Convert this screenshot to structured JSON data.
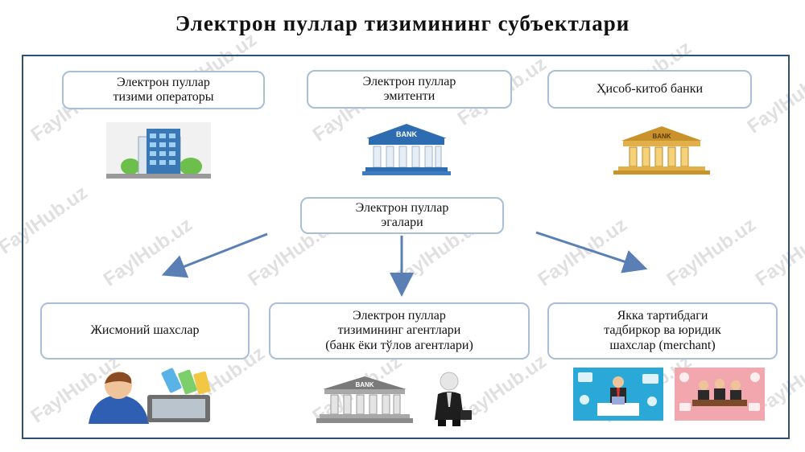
{
  "title": "Электрон пуллар тизимининг субъектлари",
  "boxes": {
    "operator": "Электрон пуллар\nтизими операторы",
    "emitent": "Электрон пуллар\nэмитенти",
    "settlement_bank": "Ҳисоб-китоб банки",
    "owners": "Электрон пуллар\nэгалари",
    "individuals": "Жисмоний шахслар",
    "agents": "Электрон пуллар\nтизимининг агентлари\n(банк ёки тўлов агентлари)",
    "merchants": "Якка тартибдаги\nтадбиркор ва юридик\nшахслар (merchant)"
  },
  "icon_labels": {
    "bank1": "BANK",
    "bank2": "BANK",
    "bank3": "BANK"
  },
  "watermark": "FaylHub.uz",
  "colors": {
    "frame": "#2f4f73",
    "box_border": "#a9bfd8",
    "arrow": "#5a7fb5"
  }
}
